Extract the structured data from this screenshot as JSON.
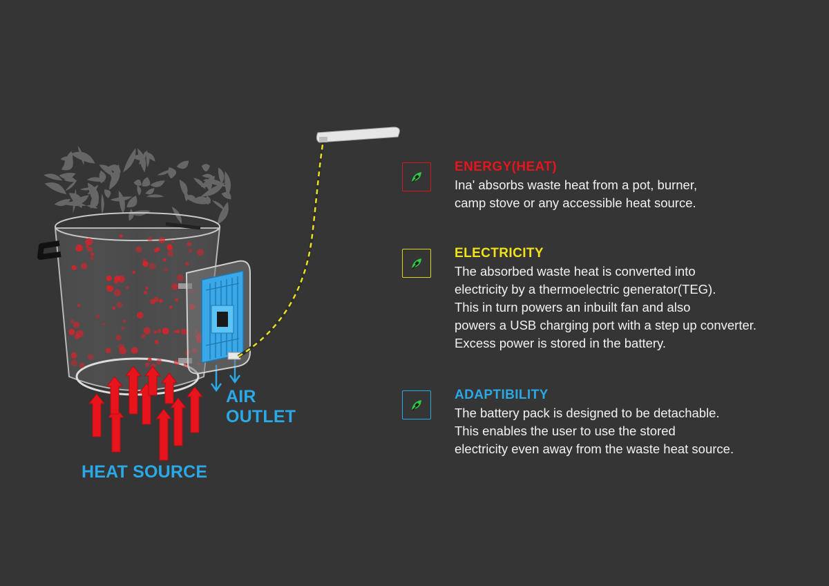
{
  "labels": {
    "air_outlet": "AIR\nOUTLET",
    "heat_source": "HEAT SOURCE"
  },
  "features": [
    {
      "title": "ENERGY(HEAT)",
      "description": "Ina' absorbs waste heat from a pot, burner,\ncamp stove or any accessible heat source.",
      "color": "#e8141c",
      "icon": "leaf-plug-icon"
    },
    {
      "title": "ELECTRICITY",
      "description": "The absorbed waste heat is converted into\nelectricity by a thermoelectric generator(TEG).\nThis in turn powers an inbuilt fan and also\npowers a USB charging port with a step up converter.\nExcess power is stored in the battery.",
      "color": "#f2e21a",
      "icon": "leaf-plug-icon"
    },
    {
      "title": "ADAPTIBILITY",
      "description": "The battery pack is designed to be detachable.\nThis enables the user to use the stored\nelectricity even away from the waste heat source.",
      "color": "#2aa9e6",
      "icon": "leaf-plug-icon"
    }
  ],
  "colors": {
    "background": "#353535",
    "heat_red": "#e8141c",
    "device_blue": "#3aa8e8",
    "cable_yellow": "#e8e020"
  }
}
